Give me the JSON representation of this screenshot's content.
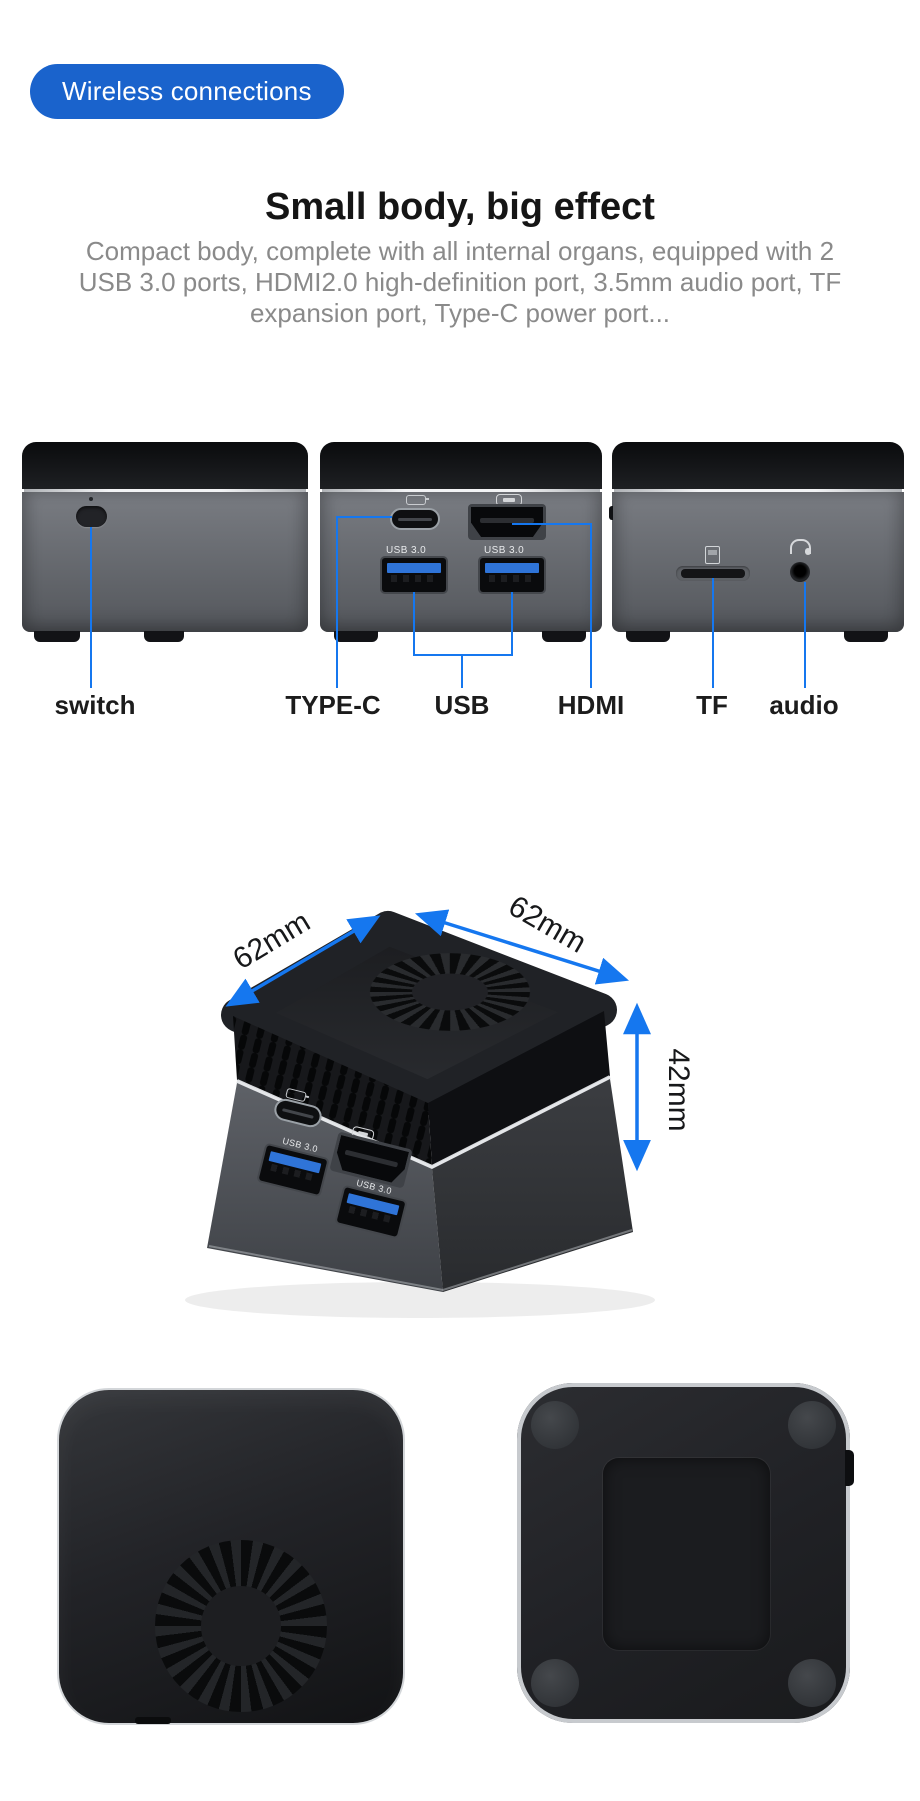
{
  "badge": {
    "label": "Wireless connections"
  },
  "intro": {
    "title": "Small body, big effect",
    "description": "Compact body, complete with all internal organs, equipped with 2 USB 3.0 ports, HDMI2.0 high-definition port, 3.5mm audio port, TF expansion port, Type-C power port..."
  },
  "ports_figure": {
    "usb_caption": "USB 3.0",
    "labels": {
      "switch": "switch",
      "type_c": "TYPE-C",
      "usb": "USB",
      "hdmi": "HDMI",
      "tf": "TF",
      "audio": "audio"
    }
  },
  "dimensions": {
    "width": "62mm",
    "depth": "62mm",
    "height": "42mm"
  },
  "icons": [
    "power-button",
    "type-c-icon",
    "hdmi-icon",
    "tf-card-icon",
    "headphones-icon",
    "fan-grille"
  ],
  "colors": {
    "accent_blue": "#1a63cc",
    "annotation_blue": "#1577ef"
  }
}
